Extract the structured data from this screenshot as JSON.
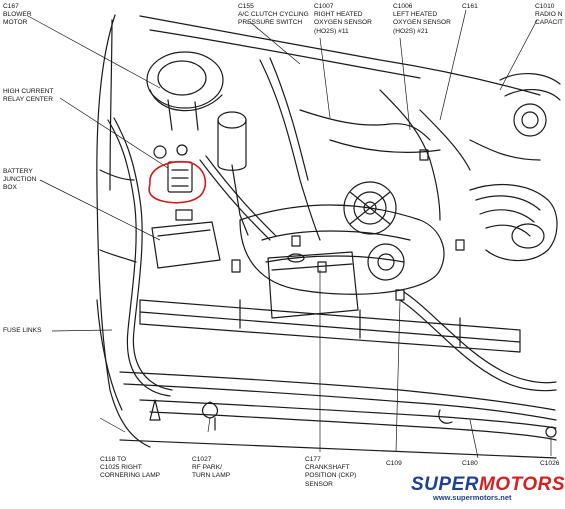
{
  "labels": {
    "c167": [
      "C167",
      "BLOWER",
      "MOTOR"
    ],
    "c155": [
      "C155",
      "A/C CLUTCH CYCLING",
      "PRESSURE SWITCH"
    ],
    "c1007": [
      "C1007",
      "RIGHT HEATED",
      "OXYGEN SENSOR",
      "(HO2S) #11"
    ],
    "c1006": [
      "C1006",
      "LEFT HEATED",
      "OXYGEN SENSOR",
      "(HO2S) #21"
    ],
    "c161": [
      "C161"
    ],
    "c1010": [
      "C1010",
      "RADIO N",
      "CAPACIT"
    ],
    "high_current": [
      "HIGH CURRENT",
      "RELAY CENTER"
    ],
    "battery_junction": [
      "BATTERY",
      "JUNCTION",
      "BOX"
    ],
    "fuse_links": [
      "FUSE LINKS"
    ],
    "c118": [
      "C118 TO",
      "C1025 RIGHT",
      "CORNERING LAMP"
    ],
    "c1027": [
      "C1027",
      "RF PARK/",
      "TURN LAMP"
    ],
    "c177": [
      "C177",
      "CRANKSHAFT",
      "POSITION (CKP)",
      "SENSOR"
    ],
    "c109": [
      "C109"
    ],
    "c180": [
      "C180"
    ],
    "c1026": [
      "C1026"
    ]
  },
  "watermark": {
    "brand_main": "SUPER",
    "brand_accent": "MOTORS",
    "url": "www.supermotors.net"
  },
  "colors": {
    "line": "#1a1a1a",
    "annotation_circle": "#d21a1a",
    "watermark_blue": "#1f3f8f",
    "watermark_red": "#d32020"
  }
}
